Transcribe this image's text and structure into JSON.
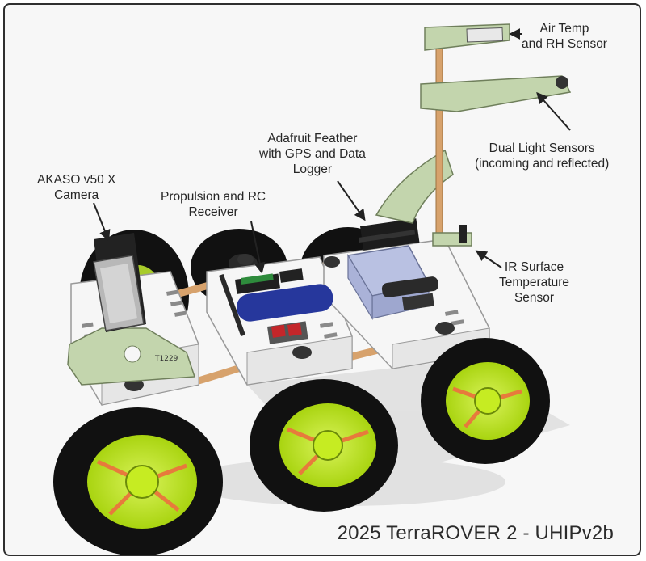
{
  "labels": {
    "air_temp": {
      "line1": "Air Temp",
      "line2": "and RH Sensor"
    },
    "light": {
      "line1": "Dual Light Sensors",
      "line2": "(incoming and reflected)"
    },
    "feather": {
      "line1": "Adafruit Feather",
      "line2": "with GPS and Data",
      "line3": "Logger"
    },
    "camera": {
      "line1": "AKASO v50 X",
      "line2": "Camera"
    },
    "propulsion": {
      "line1": "Propulsion and RC",
      "line2": "Receiver"
    },
    "ir": {
      "line1": "IR Surface",
      "line2": "Temperature",
      "line3": "Sensor"
    }
  },
  "mount_text": "T1229",
  "footer_title": "2025 TerraROVER 2 - UHIPv2b",
  "colors": {
    "tire": "#111111",
    "hub": "#c6ec22",
    "spoke": "#e77a3c",
    "chassis": "#f6f6f6",
    "mount": "#c3d5ad",
    "dowel": "#d7a26c",
    "battery": "#26379c",
    "logger_box": "#b9c1e2"
  }
}
